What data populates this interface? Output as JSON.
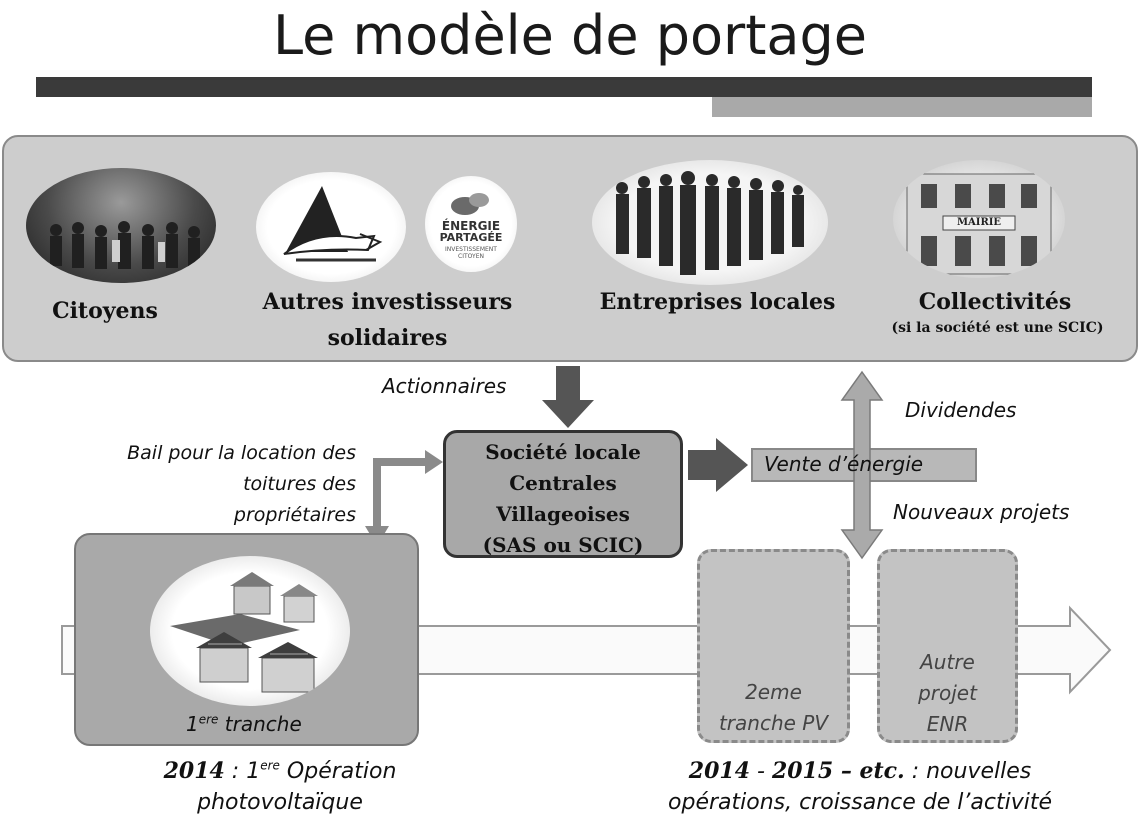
{
  "title": "Le modèle de portage",
  "actors": {
    "citoyens": "Citoyens",
    "investisseurs_line1": "Autres investisseurs",
    "investisseurs_line2": "solidaires",
    "entreprises": "Entreprises locales",
    "collectivites": "Collectivités",
    "collectivites_note": "(si la société est une SCIC)"
  },
  "logo": {
    "line1": "ÉNERGIE",
    "line2": "PARTAGÉE",
    "line3": "INVESTISSEMENT",
    "line4": "CITOYEN"
  },
  "mairie_sign": "MAIRIE",
  "flows": {
    "actionnaires": "Actionnaires",
    "dividendes": "Dividendes",
    "vente": "Vente d’énergie",
    "nouveaux_projets": "Nouveaux projets",
    "bail_line1": "Bail pour la location des",
    "bail_line2": "toitures des",
    "bail_line3": "propriétaires"
  },
  "societe": {
    "line1": "Société locale",
    "line2": "Centrales",
    "line3": "Villageoises",
    "line4": "(SAS ou SCIC)"
  },
  "tranche1": {
    "num": "1",
    "sup": "ere",
    "text": " tranche"
  },
  "tranche2": {
    "line1": "2eme",
    "line2": "tranche PV"
  },
  "autre": {
    "line1": "Autre",
    "line2": "projet",
    "line3": "ENR"
  },
  "caption_left": {
    "year": "2014",
    "sep": " : 1",
    "sup": "ere",
    "text": " Opération",
    "line2": "photovoltaïque"
  },
  "caption_right": {
    "y1": "2014",
    "sep1": " - ",
    "y2": "2015 – etc.",
    "text": " : nouvelles",
    "line2": "opérations, croissance de l’activité"
  },
  "colors": {
    "panel": "#cdcdcd",
    "arrow_dark": "#555555",
    "bar_dark": "#3a3a3a",
    "bar_light": "#a9a9a9"
  }
}
